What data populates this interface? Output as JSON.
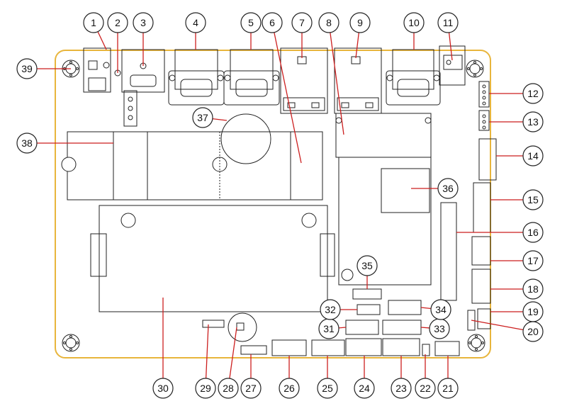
{
  "board": {
    "outline_color": "#e8b53c",
    "leader_color": "#cc1f1f",
    "component_stroke": "#222222"
  },
  "callouts": [
    {
      "label": "1",
      "target": "dc-power-jack"
    },
    {
      "label": "2",
      "target": "power-header"
    },
    {
      "label": "3",
      "target": "vga-port-a"
    },
    {
      "label": "4",
      "target": "vga-port-b"
    },
    {
      "label": "5",
      "target": "vga-port-c"
    },
    {
      "label": "6",
      "target": "m2-slot-small"
    },
    {
      "label": "7",
      "target": "rj45-port-a"
    },
    {
      "label": "8",
      "target": "mini-pcie-slot"
    },
    {
      "label": "9",
      "target": "rj45-port-b"
    },
    {
      "label": "10",
      "target": "vga-port-d"
    },
    {
      "label": "11",
      "target": "audio-jack"
    },
    {
      "label": "12",
      "target": "side-header-12"
    },
    {
      "label": "13",
      "target": "side-header-13"
    },
    {
      "label": "14",
      "target": "side-header-14"
    },
    {
      "label": "15",
      "target": "side-header-15"
    },
    {
      "label": "16",
      "target": "sim-connector"
    },
    {
      "label": "17",
      "target": "side-header-17"
    },
    {
      "label": "18",
      "target": "side-header-18"
    },
    {
      "label": "19",
      "target": "side-header-19"
    },
    {
      "label": "20",
      "target": "side-jumper-20"
    },
    {
      "label": "21",
      "target": "bottom-header-21"
    },
    {
      "label": "22",
      "target": "bottom-jumper-22"
    },
    {
      "label": "23",
      "target": "bottom-header-23"
    },
    {
      "label": "24",
      "target": "bottom-header-24"
    },
    {
      "label": "25",
      "target": "bottom-header-25"
    },
    {
      "label": "26",
      "target": "bottom-header-26"
    },
    {
      "label": "27",
      "target": "bottom-header-27"
    },
    {
      "label": "28",
      "target": "buzzer"
    },
    {
      "label": "29",
      "target": "small-component-29"
    },
    {
      "label": "30",
      "target": "sodimm-slot"
    },
    {
      "label": "31",
      "target": "mid-header-31"
    },
    {
      "label": "32",
      "target": "mid-header-32"
    },
    {
      "label": "33",
      "target": "mid-header-33"
    },
    {
      "label": "34",
      "target": "mid-header-34"
    },
    {
      "label": "35",
      "target": "mid-header-35"
    },
    {
      "label": "36",
      "target": "cpu-module"
    },
    {
      "label": "37",
      "target": "battery"
    },
    {
      "label": "38",
      "target": "m2-slot-large"
    },
    {
      "label": "39",
      "target": "mount-hole-39"
    }
  ]
}
